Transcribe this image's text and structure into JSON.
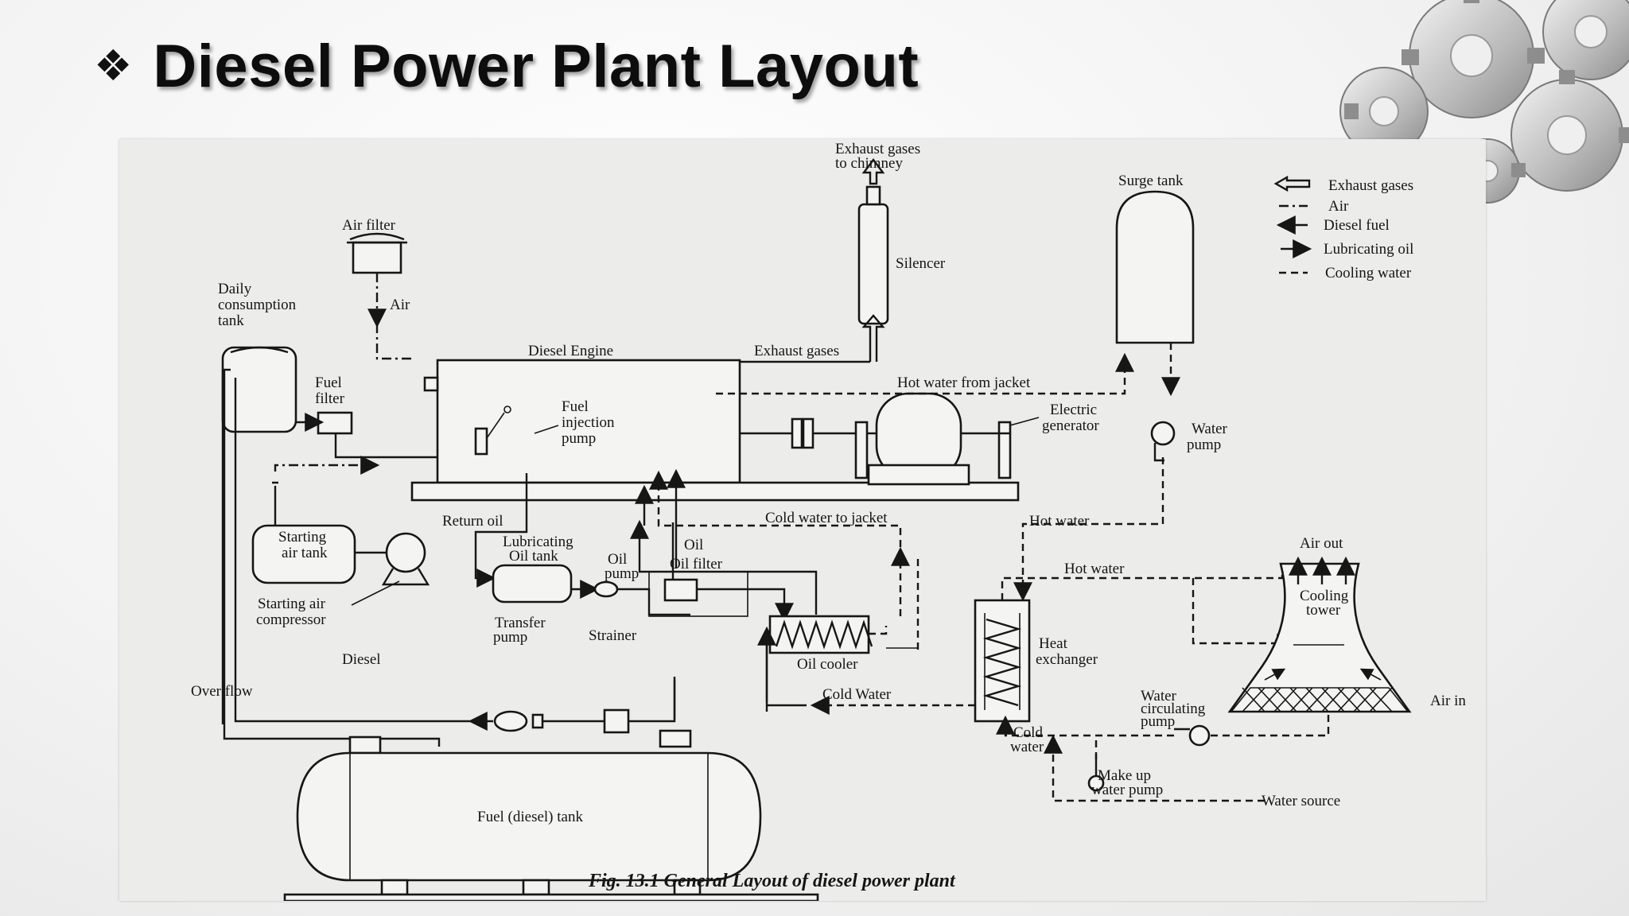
{
  "slide": {
    "bullet": "❖",
    "title": "Diesel Power Plant Layout"
  },
  "labels": {
    "exhaust_chimney_1": "Exhaust gases",
    "exhaust_chimney_2": "to chimney",
    "silencer": "Silencer",
    "air_filter": "Air filter",
    "air": "Air",
    "daily_1": "Daily",
    "daily_2": "consumption",
    "daily_3": "tank",
    "fuel_filter_1": "Fuel",
    "fuel_filter_2": "filter",
    "diesel_engine": "Diesel Engine",
    "exhaust_gases": "Exhaust gases",
    "fuel_inj_1": "Fuel",
    "fuel_inj_2": "injection",
    "fuel_inj_3": "pump",
    "hot_water_jacket": "Hot water from jacket",
    "electric_gen_1": "Electric",
    "electric_gen_2": "generator",
    "surge_tank": "Surge tank",
    "water_pump_1": "Water",
    "water_pump_2": "pump",
    "return_oil": "Return oil",
    "starting_air_1": "Starting",
    "starting_air_2": "air tank",
    "starting_comp_1": "Starting air",
    "starting_comp_2": "compressor",
    "lub_tank_1": "Lubricating",
    "lub_tank_2": "Oil tank",
    "oil": "Oil",
    "oil_pump_1": "Oil",
    "oil_pump_2": "pump",
    "oil_filter": "Oil filter",
    "cold_water_jacket": "Cold water to jacket",
    "hot_water_1": "Hot water",
    "hot_water_2": "Hot water",
    "air_out": "Air out",
    "cooling_tower_1": "Cooling",
    "cooling_tower_2": "tower",
    "transfer_pump_1": "Transfer",
    "transfer_pump_2": "pump",
    "strainer": "Strainer",
    "diesel": "Diesel",
    "oil_cooler": "Oil cooler",
    "heat_ex_1": "Heat",
    "heat_ex_2": "exchanger",
    "over_flow": "Over flow",
    "cold_water_big": "Cold Water",
    "water_circ_1": "Water",
    "water_circ_2": "circulating",
    "water_circ_3": "pump",
    "air_in": "Air in",
    "cold_water_1": "Cold",
    "cold_water_2": "water",
    "makeup_1": "Make up",
    "makeup_2": "water pump",
    "water_source": "Water source",
    "fuel_tank": "Fuel (diesel) tank"
  },
  "legend": {
    "exhaust": "Exhaust gases",
    "air": "Air",
    "diesel_fuel": "Diesel fuel",
    "lub_oil": "Lubricating oil",
    "cooling_water": "Cooling water"
  },
  "caption": "Fig. 13.1 General Layout of diesel power plant"
}
